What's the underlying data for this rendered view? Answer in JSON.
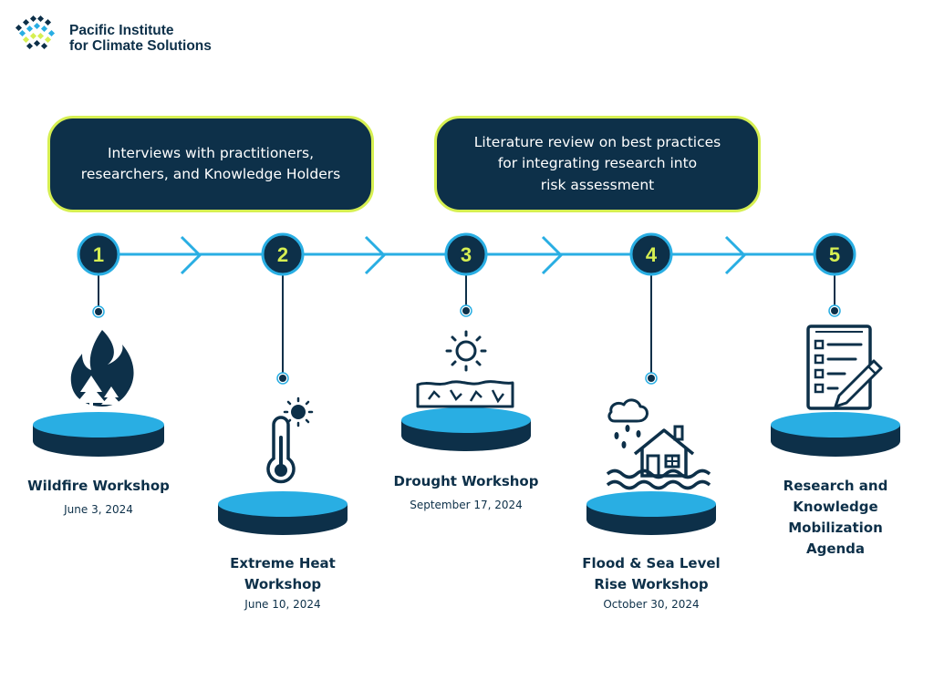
{
  "header": {
    "org_name_line1": "Pacific Institute",
    "org_name_line2": "for Climate Solutions"
  },
  "bubbles": [
    {
      "text": "Interviews with practitioners,\nresearchers, and Knowledge Holders"
    },
    {
      "text": "Literature review on best practices\nfor integrating research into\nrisk assessment"
    }
  ],
  "steps": [
    {
      "number": "1",
      "title": "Wildfire Workshop",
      "date": "June 3, 2024",
      "icon": "wildfire-icon"
    },
    {
      "number": "2",
      "title": "Extreme Heat\nWorkshop",
      "date": "June 10, 2024",
      "icon": "thermometer-sun-icon"
    },
    {
      "number": "3",
      "title": "Drought Workshop",
      "date": "September 17, 2024",
      "icon": "drought-icon"
    },
    {
      "number": "4",
      "title": "Flood & Sea Level\nRise Workshop",
      "date": "October 30, 2024",
      "icon": "flood-house-icon"
    },
    {
      "number": "5",
      "title": "Research and\nKnowledge\nMobilization\nAgenda",
      "date": "",
      "icon": "checklist-pencil-icon"
    }
  ],
  "colors": {
    "navy": "#0d3049",
    "lime": "#d6ef52",
    "sky": "#29aee3"
  }
}
